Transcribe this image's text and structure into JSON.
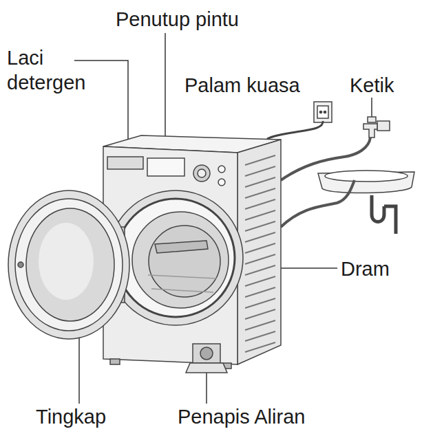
{
  "diagram": {
    "labels": [
      "Laci detergen",
      "Penutup pintu",
      "Palam kuasa",
      "Ketik",
      "Dram",
      "Tingkap",
      "Penapis Aliran"
    ]
  }
}
